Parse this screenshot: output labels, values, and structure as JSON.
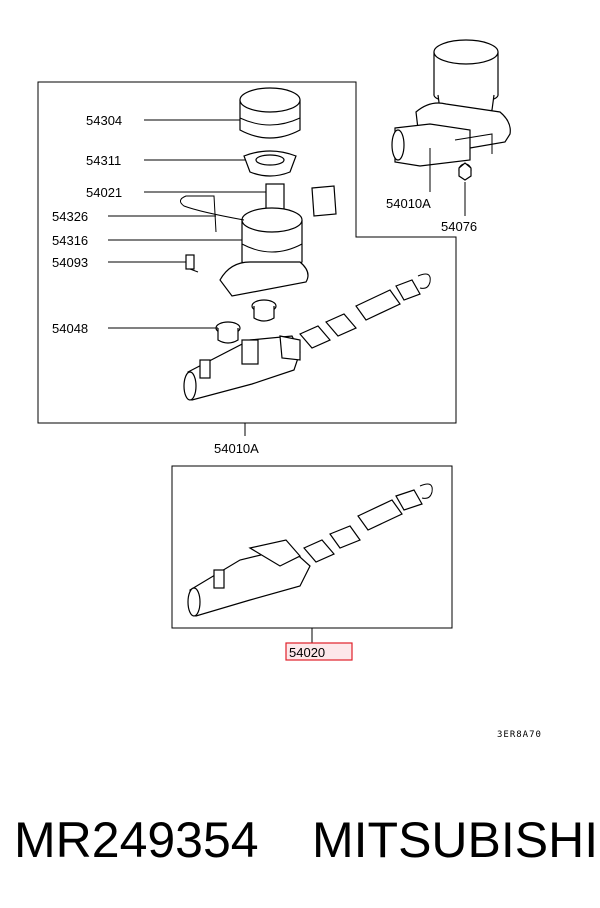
{
  "diagram": {
    "callouts": [
      {
        "id": "54304",
        "text": "54304"
      },
      {
        "id": "54311",
        "text": "54311"
      },
      {
        "id": "54021",
        "text": "54021"
      },
      {
        "id": "54326",
        "text": "54326"
      },
      {
        "id": "54316",
        "text": "54316"
      },
      {
        "id": "54093",
        "text": "54093"
      },
      {
        "id": "54048",
        "text": "54048"
      },
      {
        "id": "54010A_assembly",
        "text": "54010A"
      },
      {
        "id": "54010A_inset",
        "text": "54010A"
      },
      {
        "id": "54076",
        "text": "54076"
      },
      {
        "id": "54020",
        "text": "54020"
      }
    ],
    "drawing_code": "3ER8A70",
    "highlight_color": "#e0202a"
  },
  "footer": {
    "part_number": "MR249354",
    "brand": "MITSUBISHI"
  }
}
